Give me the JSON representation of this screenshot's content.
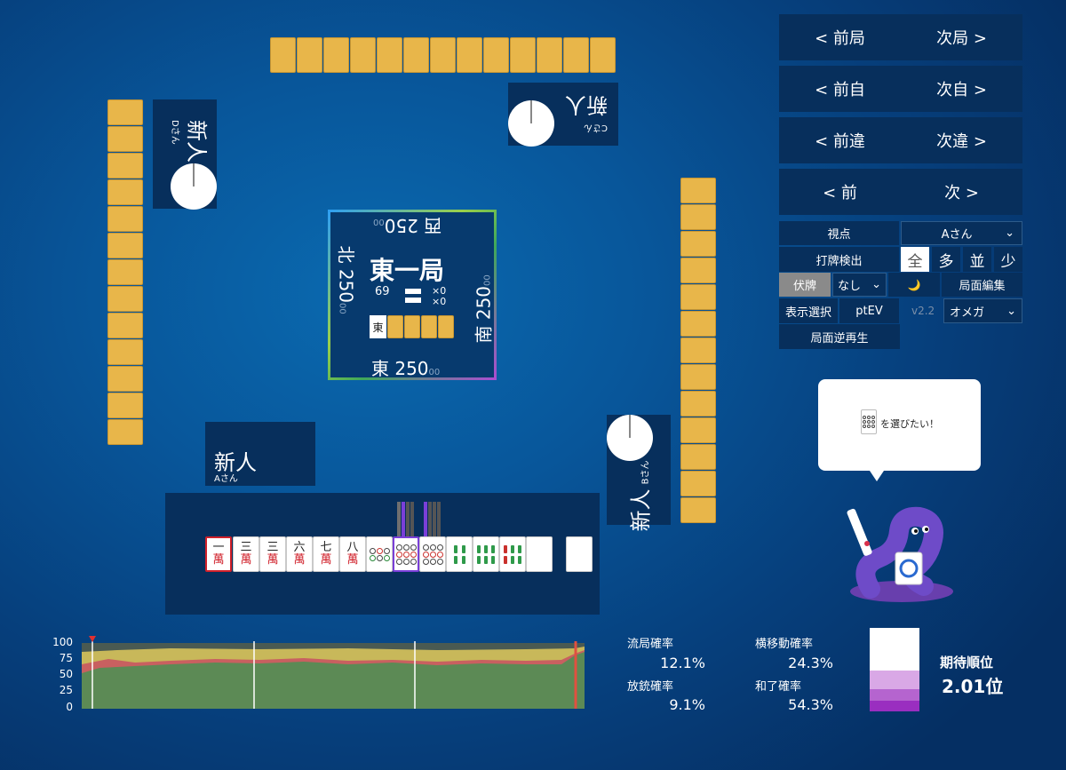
{
  "players": {
    "self": {
      "name": "新人",
      "label": "Aさん"
    },
    "right": {
      "name": "新人",
      "label": "Bさん"
    },
    "top": {
      "name": "新人",
      "label": "Cさん"
    },
    "left": {
      "name": "新人",
      "label": "Dさん"
    }
  },
  "center": {
    "round": "東一局",
    "honba_top": "×0",
    "honba_bottom": "×0",
    "wall_count": "69",
    "dora": "東",
    "scores": {
      "east": {
        "wind": "東",
        "value": "250",
        "suffix": "00"
      },
      "south": {
        "wind": "南",
        "value": "250",
        "suffix": "00"
      },
      "west": {
        "wind": "西",
        "value": "250",
        "suffix": "00"
      },
      "north": {
        "wind": "北",
        "value": "250",
        "suffix": "00"
      }
    }
  },
  "hand": {
    "tiles": [
      {
        "top": "一",
        "bottom": "萬",
        "kind": "man"
      },
      {
        "top": "三",
        "bottom": "萬",
        "kind": "man"
      },
      {
        "top": "三",
        "bottom": "萬",
        "kind": "man"
      },
      {
        "top": "六",
        "bottom": "萬",
        "kind": "man"
      },
      {
        "top": "七",
        "bottom": "萬",
        "kind": "man"
      },
      {
        "top": "八",
        "bottom": "萬",
        "kind": "man"
      }
    ]
  },
  "nav": {
    "prev_round": "< 前局",
    "next_round": "次局 >",
    "prev_self": "< 前自",
    "next_self": "次自 >",
    "prev_diff": "< 前違",
    "next_diff": "次違 >",
    "prev": "< 前",
    "next": "次 >"
  },
  "controls": {
    "viewpoint_label": "視点",
    "viewpoint_value": "Aさん",
    "discard_detect_label": "打牌検出",
    "detect_options": [
      "全",
      "多",
      "並",
      "少"
    ],
    "hidden_label": "伏牌",
    "hidden_value": "なし",
    "moon_icon": "🌙",
    "edit_label": "局面編集",
    "display_select_label": "表示選択",
    "ptev_label": "ptEV",
    "version": "v2.2",
    "model_value": "オメガ",
    "reverse_label": "局面逆再生"
  },
  "bubble": {
    "text": "を選びたい！"
  },
  "graph": {
    "y_ticks": [
      "100",
      "75",
      "50",
      "25",
      "0"
    ]
  },
  "stats": {
    "ryukyoku_label": "流局確率",
    "ryukyoku_value": "12.1%",
    "yoko_label": "横移動確率",
    "yoko_value": "24.3%",
    "houju_label": "放銃確率",
    "houju_value": "9.1%",
    "agari_label": "和了確率",
    "agari_value": "54.3%",
    "rank_label": "期待順位",
    "rank_value": "2.01位",
    "rank_probs": [
      0.51,
      0.22,
      0.14,
      0.13
    ]
  },
  "colors": {
    "tile_back": "#e8b64a",
    "panel": "#072f5c",
    "accent_purple": "#7a3fd8"
  }
}
